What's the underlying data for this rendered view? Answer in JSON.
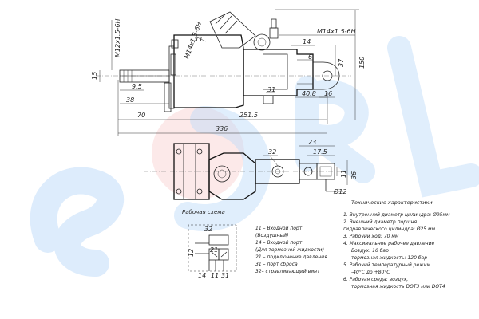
{
  "dimensions": {
    "thread_m14_top": "M14x1.5-6H",
    "thread_m14_angled": "M14x1.5-6H",
    "thread_m12": "M12x1.5-6H",
    "d14": "14",
    "d6": "6",
    "d37": "37",
    "d150": "150",
    "d15": "15",
    "d9_5": "9.5",
    "d38": "38",
    "d40_8": "40.8",
    "d16": "16",
    "d70": "70",
    "d251_5": "251.5",
    "d336": "336",
    "d23": "23",
    "d17_5": "17.5",
    "d11": "11",
    "d36": "36",
    "d12": "Ø12"
  },
  "callouts": {
    "c11": "11",
    "c31": "31",
    "c32": "32"
  },
  "scheme": {
    "caption": "Рабочая схема",
    "p32": "32",
    "p21": "21",
    "p12": "12",
    "p14": "14",
    "p11": "11",
    "p31": "31"
  },
  "legend": {
    "l1a": "11 – Входной порт",
    "l1b": "(Воздушный)",
    "l2a": "14 – Входной порт",
    "l2b": "(Для тормозной жидкости)",
    "l3": "21 – подключение давления",
    "l4": "31 – порт сброса",
    "l5": "32– стравливающий винт"
  },
  "specs": {
    "title": "Технические характеристики",
    "s1": "1. Внутренний диаметр цилиндра: Ø95мм",
    "s2a": "2. Внешний диаметр поршня",
    "s2b": "гидравлического цилиндра: Ø25 мм",
    "s3": "3. Рабочий ход: 70 мм",
    "s4a": "4. Максимальное рабочее давление",
    "s4b": "Воздух: 10 бар",
    "s4c": "тормозная жидкость: 120 бар",
    "s5a": "5. Рабочий температурный режим",
    "s5b": "-40°C до +80°C",
    "s6a": "6. Рабочая среда: воздух,",
    "s6b": "тормозная жидкость DOT3 или DOT4"
  },
  "watermark": {
    "text": "SORL",
    "color": "#2f7fe0",
    "circle_color": "#f06a6a"
  }
}
